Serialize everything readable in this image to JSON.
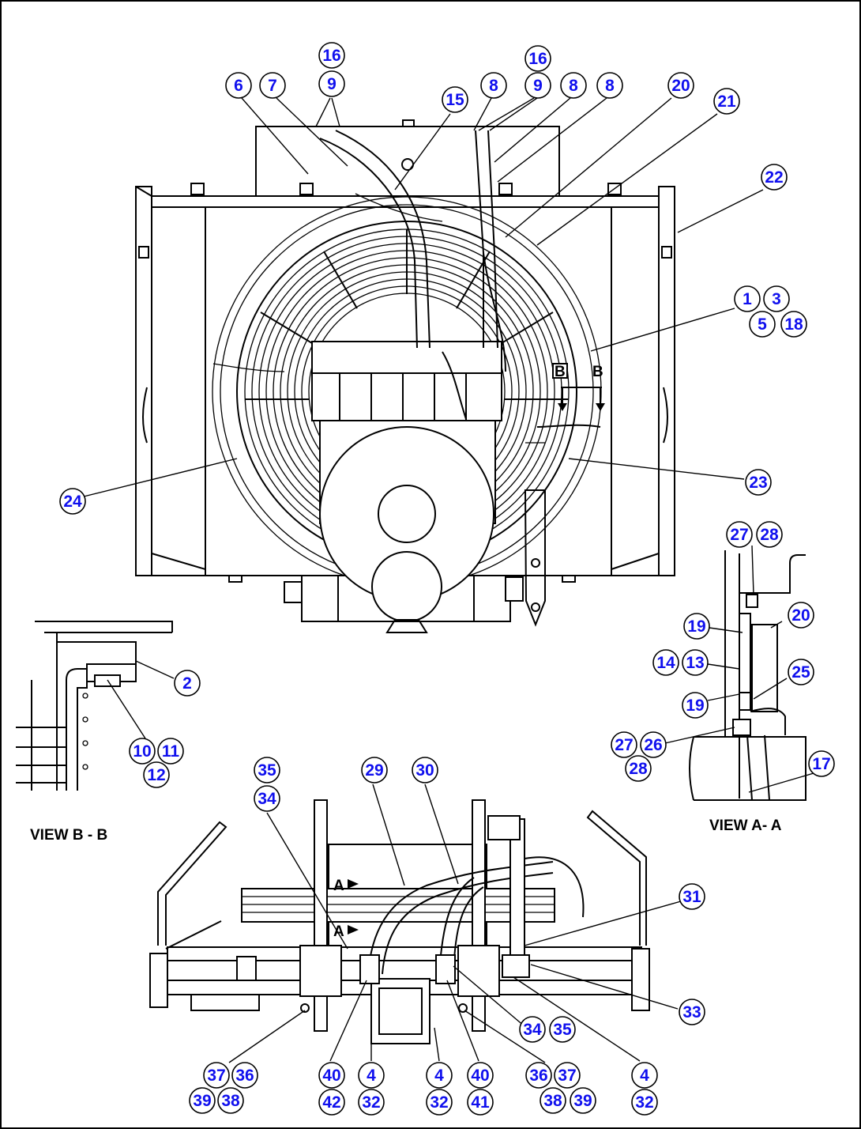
{
  "views": {
    "view_bb": "VIEW B - B",
    "view_aa": "VIEW A- A"
  },
  "section_marks": {
    "b_left": "B",
    "b_right": "B",
    "a_upper": "A",
    "a_lower": "A"
  },
  "callout_color": "#1010ee",
  "callouts": [
    "16",
    "9",
    "6",
    "7",
    "15",
    "8",
    "16",
    "9",
    "8",
    "8",
    "20",
    "21",
    "22",
    "1",
    "3",
    "5",
    "18",
    "24",
    "23",
    "27",
    "28",
    "20",
    "19",
    "14",
    "13",
    "25",
    "19",
    "27",
    "26",
    "28",
    "17",
    "2",
    "10",
    "11",
    "12",
    "35",
    "34",
    "29",
    "30",
    "31",
    "33",
    "34",
    "35",
    "37",
    "36",
    "39",
    "38",
    "40",
    "42",
    "4",
    "32",
    "4",
    "32",
    "40",
    "41",
    "36",
    "37",
    "38",
    "39",
    "4",
    "32"
  ]
}
